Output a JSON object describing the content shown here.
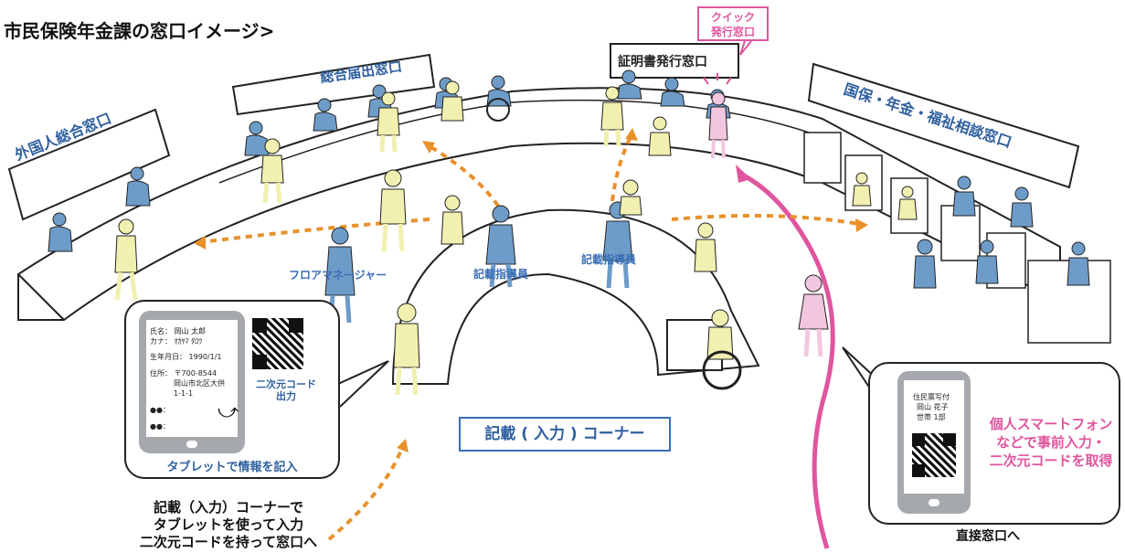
{
  "title": "市民保険年金課の窓口イメージ>",
  "signs": {
    "foreign": "外国人総合窓口",
    "general": "総合届出窓口",
    "certificate": "証明書発行窓口",
    "quick_line1": "クイック",
    "quick_line2": "発行窓口",
    "consultation": "国保・年金・福祉相談窓口"
  },
  "labels": {
    "floor_manager": "フロアマネージャー",
    "guide_left": "記載指導員",
    "guide_right": "記載指導員",
    "corner": "記載 ( 入力 ) コーナー"
  },
  "tablet_bubble": {
    "name_label": "氏名：",
    "name_value": "岡山 太郎",
    "kana_label": "カナ：",
    "kana_value": "ｵｶﾔﾏ ﾀﾛｳ",
    "birth_label": "生年月日：",
    "birth_value": "1990/1/1",
    "address_label": "住所：",
    "address_line1": "〒700-8544",
    "address_line2": "岡山市北区大供",
    "address_line3": "1-1-1",
    "dots1": "●●：",
    "dots2": "●●：",
    "qr_caption1": "二次元コード",
    "qr_caption2": "出力",
    "caption": "タブレットで情報を記入"
  },
  "phone_bubble": {
    "line1": "住民票写付",
    "line2": "岡山 花子",
    "line3": "世帯 1部",
    "text1": "個人スマートフォン",
    "text2": "などで事前入力・",
    "text3": "二次元コードを取得"
  },
  "bottom_left": {
    "line1": "記載（入力）コーナーで",
    "line2": "タブレットを使って入力",
    "line3": "二次元コードを持って窓口へ"
  },
  "bottom_right": "直接窓口へ",
  "colors": {
    "staff_blue": "#6e9cc9",
    "citizen_yellow": "#f2f0b0",
    "arrow_orange": "#e8912c",
    "pink": "#e0559f",
    "sign_blue": "#2f5f9f"
  }
}
